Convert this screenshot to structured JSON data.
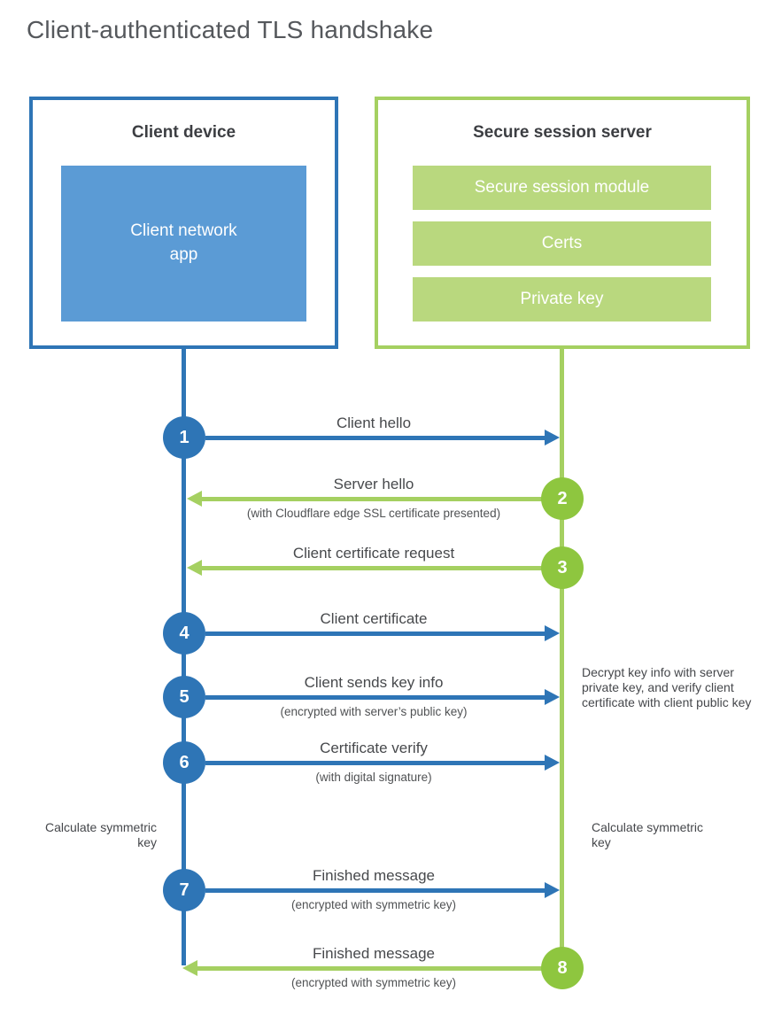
{
  "title": "Client-authenticated TLS handshake",
  "client_box": {
    "title": "Client device",
    "app": "Client network app"
  },
  "server_box": {
    "title": "Secure session server",
    "modules": [
      "Secure session module",
      "Certs",
      "Private key"
    ]
  },
  "steps": [
    {
      "num": "1",
      "label": "Client hello",
      "sub": "",
      "direction": "client-to-server"
    },
    {
      "num": "2",
      "label": "Server hello",
      "sub": "(with Cloudflare edge SSL certificate presented)",
      "direction": "server-to-client"
    },
    {
      "num": "3",
      "label": "Client certificate request",
      "sub": "",
      "direction": "server-to-client"
    },
    {
      "num": "4",
      "label": "Client certificate",
      "sub": "",
      "direction": "client-to-server"
    },
    {
      "num": "5",
      "label": "Client sends key info",
      "sub": "(encrypted with server’s public key)",
      "direction": "client-to-server"
    },
    {
      "num": "6",
      "label": "Certificate verify",
      "sub": "(with digital signature)",
      "direction": "client-to-server"
    },
    {
      "num": "7",
      "label": "Finished message",
      "sub": "(encrypted with symmetric key)",
      "direction": "client-to-server"
    },
    {
      "num": "8",
      "label": "Finished message",
      "sub": "(encrypted with symmetric key)",
      "direction": "server-to-client"
    }
  ],
  "annotations": {
    "decrypt_note": "Decrypt key info with server private key, and verify client certificate with client public key",
    "calculate_left": "Calculate symmetric key",
    "calculate_right": "Calculate symmetric key"
  },
  "colors": {
    "blue": "#2e75b6",
    "blue_fill": "#5b9bd5",
    "green_circle": "#8ec63f",
    "green_line": "#a5d061",
    "green_fill": "#b9d87e"
  }
}
